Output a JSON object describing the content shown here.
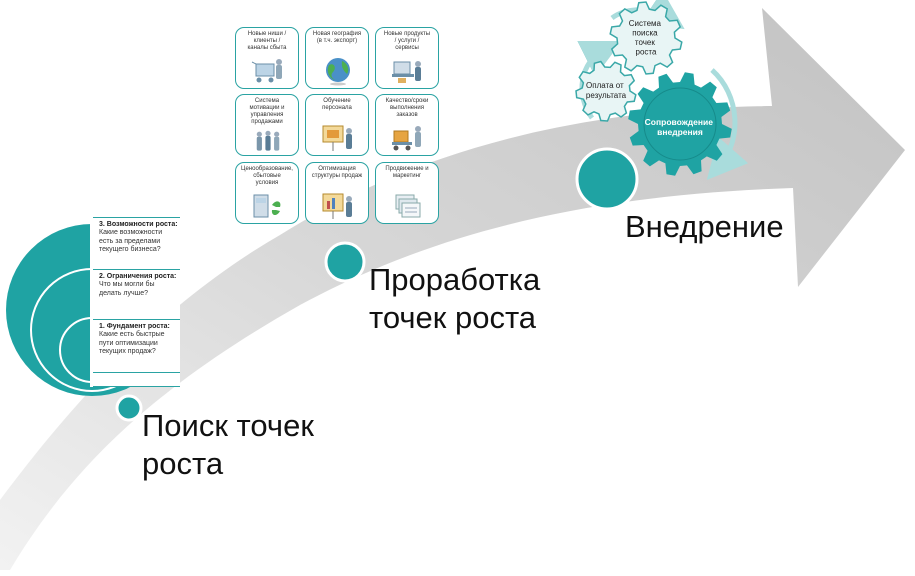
{
  "stages": [
    {
      "label_lines": [
        "Поиск точек",
        "роста"
      ]
    },
    {
      "label_lines": [
        "Проработка",
        "точек роста"
      ]
    },
    {
      "label_lines": [
        "Внедрение"
      ]
    }
  ],
  "growth_questions": [
    {
      "title": "3. Возможности роста:",
      "text": "Какие возможности\nесть за пределами\nтекущего бизнеса?"
    },
    {
      "title": "2. Ограничения роста:",
      "text": "Что мы могли бы\nделать лучше?"
    },
    {
      "title": "1. Фундамент роста:",
      "text": "Какие есть быстрые\nпути оптимизации\nтекущих продаж?"
    }
  ],
  "growth_points": [
    {
      "label": "Новые ниши /\nклиенты /\nканалы сбыта",
      "icon": "shopping-cart-icon"
    },
    {
      "label": "Новая география\n(в т.ч. экспорт)",
      "icon": "globe-icon"
    },
    {
      "label": "Новые продукты\n/ услуги /\nсервисы",
      "icon": "product-icon"
    },
    {
      "label": "Система\nмотивации и\nуправления\nпродажами",
      "icon": "team-icon"
    },
    {
      "label": "Обучение\nперсонала",
      "icon": "presentation-icon"
    },
    {
      "label": "Качество/сроки\nвыполнения\nзаказов",
      "icon": "delivery-icon"
    },
    {
      "label": "Ценообразование,\nсбытовые\nусловия",
      "icon": "cabinet-icon"
    },
    {
      "label": "Оптимизация\nструктуры продаж",
      "icon": "chart-board-icon"
    },
    {
      "label": "Продвижение и\nмаркетинг",
      "icon": "documents-icon"
    }
  ],
  "cycle": {
    "system_lines": [
      "Система",
      "поиска",
      "точек",
      "роста"
    ],
    "results_lines": [
      "Оплата от",
      "результата"
    ],
    "support_lines": [
      "Сопровождение",
      "внедрения"
    ]
  },
  "colors": {
    "accent": "#1fa3a3",
    "arrow": "#c9c9c9",
    "gear_light": "#e8f5f5",
    "gear_border": "#3aa8a8"
  }
}
